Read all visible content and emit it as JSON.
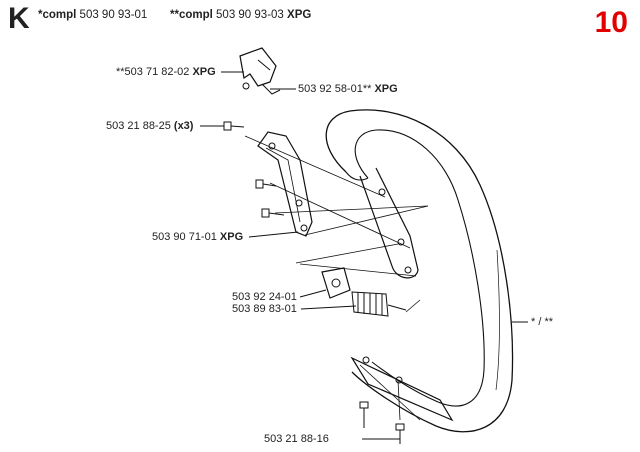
{
  "header": {
    "section_letter": "K",
    "compl_star": {
      "prefix": "*compl",
      "number": "503 90 93-01"
    },
    "compl_double": {
      "prefix": "**compl",
      "number": "503 90 93-03",
      "suffix": "XPG"
    },
    "page_number": "10",
    "page_number_color": "#e30000"
  },
  "labels": {
    "clamp_part": {
      "number": "**503 71 82-02",
      "suffix": "XPG"
    },
    "clamp_nut": {
      "number": "503 92 58-01**",
      "suffix": "XPG"
    },
    "screws_top": {
      "number": "503 21 88-25",
      "suffix": "(x3)"
    },
    "bracket": {
      "number": "503 90 71-01",
      "suffix": "XPG"
    },
    "damper_plate": {
      "number": "503 92 24-01"
    },
    "spring": {
      "number": "503 89 83-01"
    },
    "handle": {
      "number": "* / **"
    },
    "screws_bottom": {
      "number": "503 21 88-16"
    }
  }
}
